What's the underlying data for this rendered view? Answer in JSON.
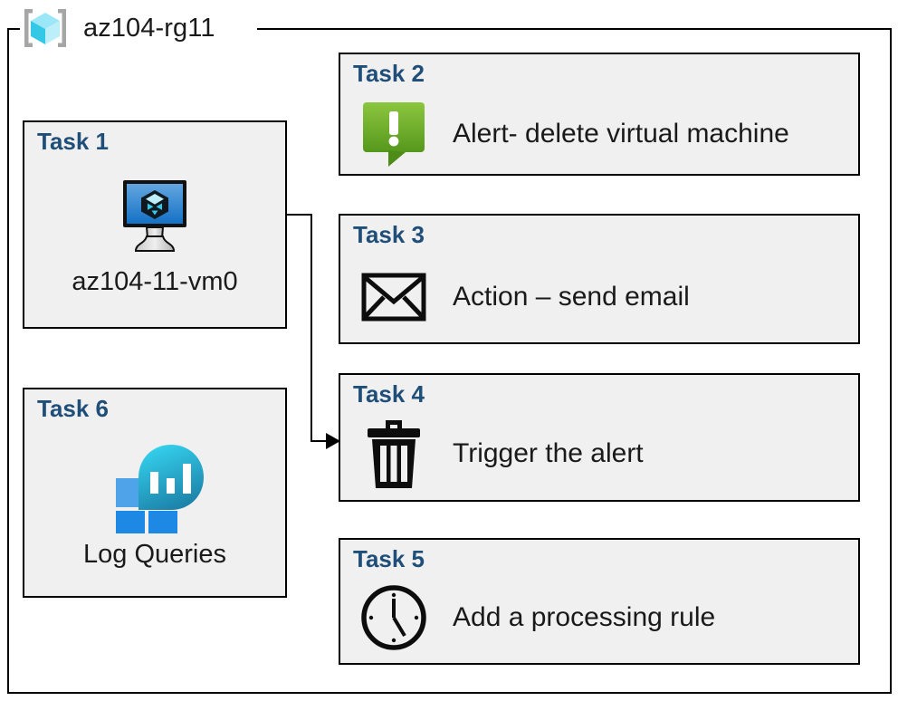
{
  "resource_group": {
    "name": "az104-rg11",
    "icon": "resource-group-cube-icon"
  },
  "colors": {
    "card_fill": "#F0F0F0",
    "card_border": "#000000",
    "task_heading": "#1F4E79",
    "alert_green_light": "#8CC63F",
    "alert_green_dark": "#5A9E20",
    "vm_screen_blue_light": "#5B9BD5",
    "vm_screen_blue_dark": "#1976D2",
    "log_tile_blue": "#1E88E5",
    "log_tile_blue_light": "#4FA3E8",
    "log_blob_cyan": "#32C8E6",
    "log_blob_teal": "#1B7EA6"
  },
  "cards": {
    "task1": {
      "title": "Task 1",
      "label": "az104-11-vm0",
      "icon": "virtual-machine-icon"
    },
    "task2": {
      "title": "Task 2",
      "label": "Alert- delete virtual machine",
      "icon": "alert-exclamation-icon"
    },
    "task3": {
      "title": "Task 3",
      "label": "Action – send email",
      "icon": "envelope-icon"
    },
    "task4": {
      "title": "Task 4",
      "label": "Trigger the alert",
      "icon": "trash-can-icon"
    },
    "task5": {
      "title": "Task 5",
      "label": "Add a processing rule",
      "icon": "clock-icon"
    },
    "task6": {
      "title": "Task 6",
      "label": "Log Queries",
      "icon": "log-analytics-icon"
    }
  }
}
